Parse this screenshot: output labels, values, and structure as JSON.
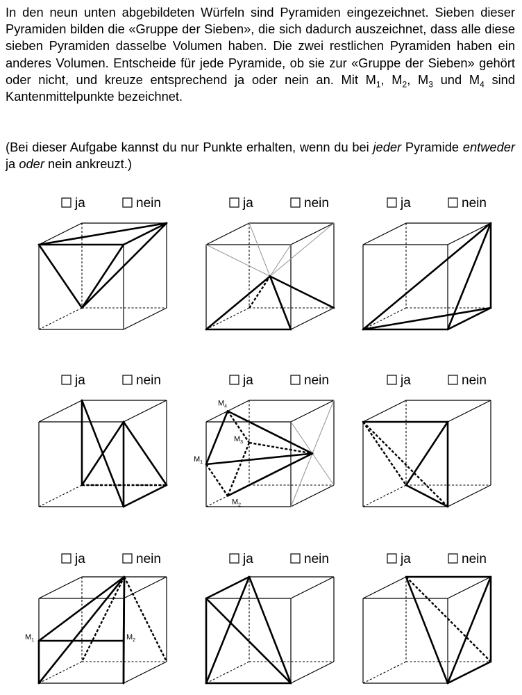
{
  "intro": {
    "s1": "In den neun unten abgebildeten Würfeln sind Pyramiden eingezeichnet. Sie­ben dieser Pyramiden bilden die «Gruppe der Sieben», die sich dadurch aus­zeichnet, dass alle diese sieben Pyramiden dasselbe Volumen haben. Die zwei restlichen Pyramiden haben ein anderes Volumen. Entscheide für jede Pyramide, ob sie zur «Gruppe der Sieben» gehört oder nicht, und kreuze ent­sprechend ja oder nein an. Mit M",
    "m1": "1",
    "s2": ", M",
    "m2": "2",
    "s3": ", M",
    "m3": "3",
    "s4": " und M",
    "m4": "4",
    "s5": " sind Kantenmittelpunkte bezeichnet."
  },
  "note": {
    "t1": "(Bei dieser Aufgabe kannst du nur Punkte erhalten, wenn du bei ",
    "e1": "jeder",
    "t2": " Pyra­mide ",
    "e2": "entweder",
    "t3": " ja ",
    "e3": "oder",
    "t4": " nein ankreuzt.)"
  },
  "options": {
    "yes": "ja",
    "no": "nein"
  },
  "point_labels": {
    "M": "M",
    "sub1": "1",
    "sub2": "2",
    "sub3": "3",
    "sub4": "4"
  }
}
